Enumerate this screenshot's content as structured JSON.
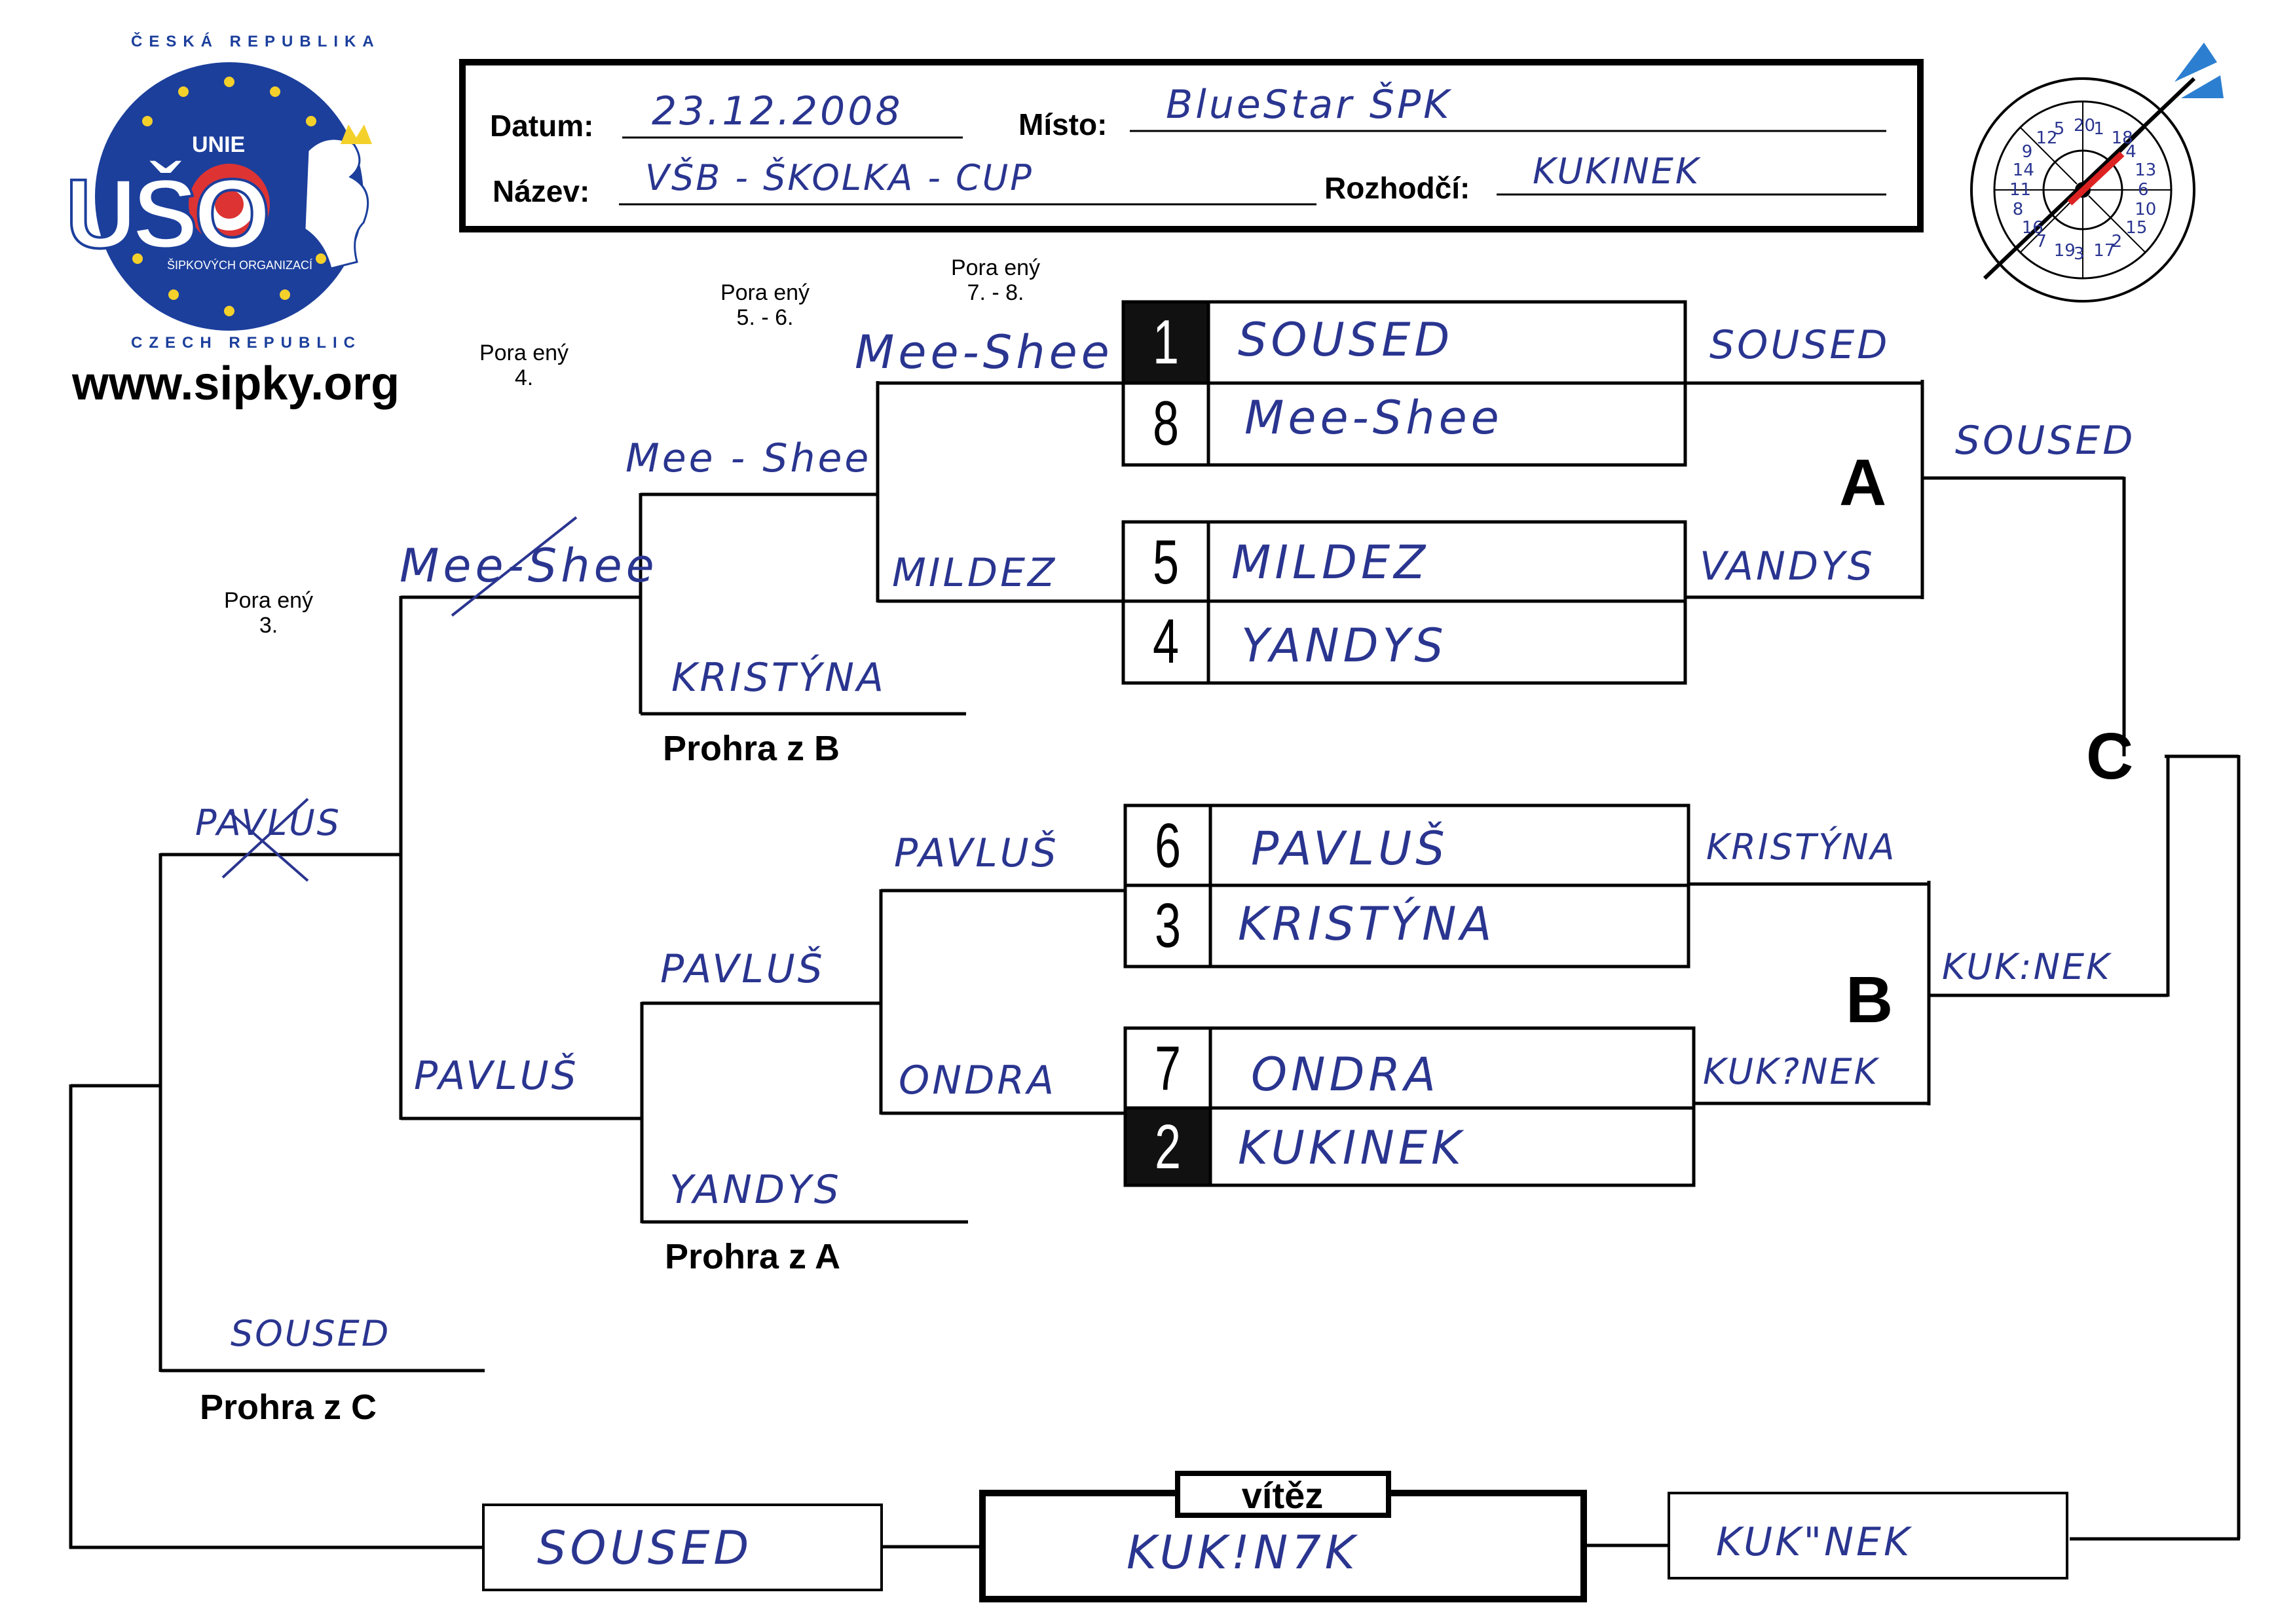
{
  "logo": {
    "top_text": "ČESKÁ REPUBLIKA",
    "unie": "UNIE",
    "letters": "UŠO",
    "inner": "ŠIPKOVÝCH ORGANIZACÍ",
    "bottom_text": "CZECH REPUBLIC"
  },
  "website": "www.sipky.org",
  "header": {
    "datum_label": "Datum:",
    "datum_value": "23.12.2008",
    "misto_label": "Místo:",
    "misto_value": "BlueStar ŠPK",
    "nazev_label": "Název:",
    "nazev_value": "VŠB - ŠKOLKA - CUP",
    "rozhodci_label": "Rozhodčí:",
    "rozhodci_value": "KUKINEK"
  },
  "placements": {
    "p78": [
      "Pora ený",
      "7. - 8."
    ],
    "p56": [
      "Pora ený",
      "5. - 6."
    ],
    "p4": [
      "Pora ený",
      "4."
    ],
    "p3": [
      "Pora ený",
      "3."
    ]
  },
  "seeds": {
    "m1": [
      {
        "seed": "1",
        "name": "SOUSED",
        "dark": true
      },
      {
        "seed": "8",
        "name": "Mee-Shee",
        "dark": false
      }
    ],
    "m2": [
      {
        "seed": "5",
        "name": "MILDEZ",
        "dark": false
      },
      {
        "seed": "4",
        "name": "YANDYS",
        "dark": false
      }
    ],
    "m3": [
      {
        "seed": "6",
        "name": "PAVLUŠ",
        "dark": false
      },
      {
        "seed": "3",
        "name": "KRISTÝNA",
        "dark": false
      }
    ],
    "m4": [
      {
        "seed": "7",
        "name": "ONDRA",
        "dark": false
      },
      {
        "seed": "2",
        "name": "KUKINEK",
        "dark": true
      }
    ]
  },
  "winners_bracket": {
    "r1_w1": "SOUSED",
    "r1_w2": "VANDYS",
    "r1_w3": "KRISTÝNA",
    "r1_w4": "KUK?NEK",
    "a_winner": "SOUSED",
    "b_winner": "KUK:NEK",
    "label_a": "A",
    "label_b": "B",
    "label_c": "C"
  },
  "losers_bracket": {
    "l_r1_top_a": "Mee-Shee",
    "l_r1_top_b": "MILDEZ",
    "l_r1_bot_a": "PAVLUŠ",
    "l_r1_bot_b": "ONDRA",
    "l_r2_top": "Mee - Shee",
    "l_r2_top_drop": "KRISTÝNA",
    "l_r2_bot": "PAVLUŠ",
    "l_r2_bot_drop": "YANDYS",
    "l_r3_top": "Mee-Shee",
    "l_r3_bot": "PAVLUŠ",
    "l_r4": "PAVLUS",
    "l_r4_drop": "SOUSED",
    "prohra_b": "Prohra z B",
    "prohra_a": "Prohra z A",
    "prohra_c": "Prohra z C"
  },
  "final": {
    "left": "SOUSED",
    "center_label": "vítěz",
    "center_value": "KUK!N7K",
    "right": "KUK\"NEK"
  },
  "dartboard_numbers": [
    "20",
    "1",
    "18",
    "4",
    "13",
    "6",
    "10",
    "15",
    "2",
    "17",
    "3",
    "19",
    "7",
    "16",
    "8",
    "11",
    "14",
    "9",
    "12",
    "5"
  ]
}
